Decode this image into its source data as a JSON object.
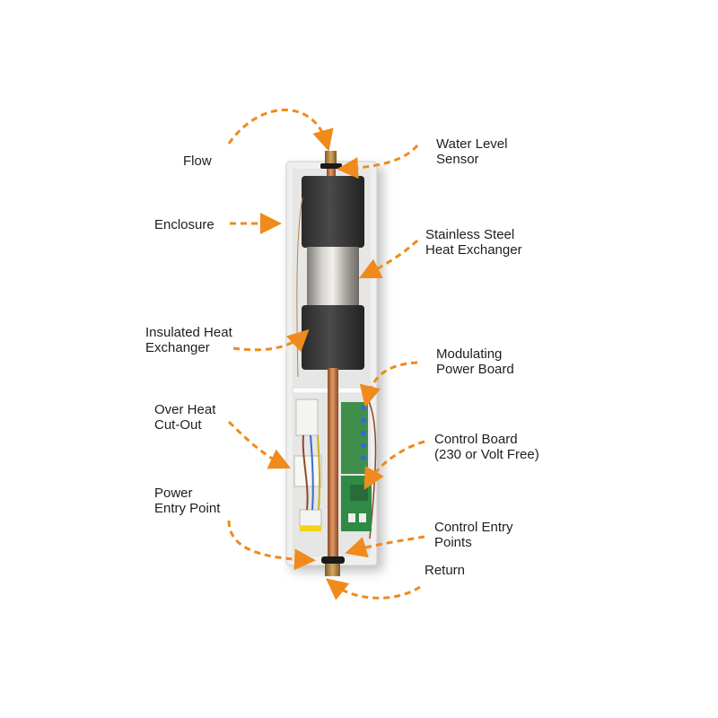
{
  "title": "Electric boiler component diagram",
  "accent_color": "#f08a1c",
  "labels": {
    "flow": "Flow",
    "water_level_sensor": "Water Level\nSensor",
    "enclosure": "Enclosure",
    "stainless_steel_heat_exchanger": "Stainless Steel\nHeat Exchanger",
    "insulated_heat_exchanger": "Insulated Heat\nExchanger",
    "modulating_power_board": "Modulating\nPower Board",
    "over_heat_cut_out": "Over Heat\nCut-Out",
    "control_board": "Control Board\n(230 or Volt Free)",
    "power_entry_point": "Power\nEntry Point",
    "control_entry_points": "Control Entry\nPoints",
    "return": "Return"
  }
}
